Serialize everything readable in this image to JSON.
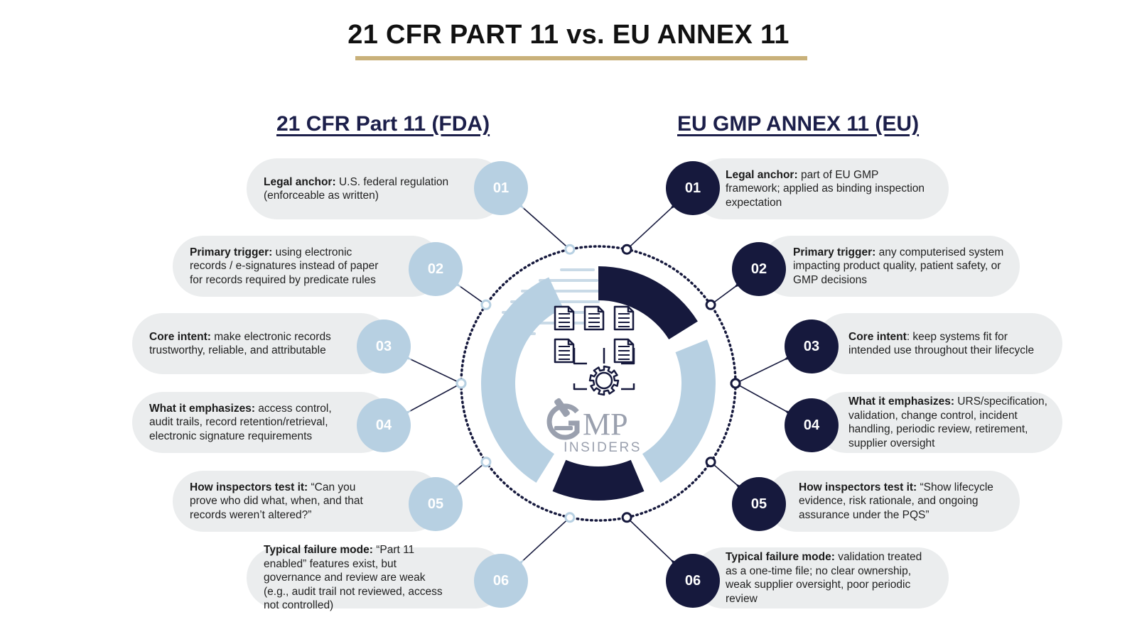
{
  "title": "21 CFR PART 11 vs. EU ANNEX 11",
  "left_heading": "21 CFR Part 11 (FDA)",
  "right_heading": "EU GMP ANNEX 11 (EU)",
  "colors": {
    "gold": "#c9b17a",
    "navy": "#16193d",
    "light_blue": "#b7d0e2",
    "pill_gray": "#ebedee"
  },
  "center_logo": {
    "icon": "documents-gear-icon",
    "brand_mark": "microscope-icon",
    "brand_main": "MP",
    "brand_sub": "INSIDERS"
  },
  "left_items": [
    {
      "num": "01",
      "label": "Legal anchor:",
      "text": " U.S. federal regulation (enforceable as written)"
    },
    {
      "num": "02",
      "label": "Primary trigger:",
      "text": " using electronic records / e-signatures instead of paper for records required by predicate rules"
    },
    {
      "num": "03",
      "label": "Core intent:",
      "text": " make electronic records trustworthy, reliable, and attributable"
    },
    {
      "num": "04",
      "label": "What it emphasizes:",
      "text": " access control, audit trails, record retention/retrieval, electronic signature requirements"
    },
    {
      "num": "05",
      "label": "How inspectors test it:",
      "text": " “Can you prove who did what, when, and that records weren’t altered?”"
    },
    {
      "num": "06",
      "label": "Typical failure mode:",
      "text": " “Part 11 enabled” features exist, but governance and review are weak (e.g., audit trail not reviewed, access not controlled)"
    }
  ],
  "right_items": [
    {
      "num": "01",
      "label": "Legal anchor:",
      "text": " part of EU GMP framework; applied as binding inspection expectation"
    },
    {
      "num": "02",
      "label": "Primary trigger:",
      "text": " any computerised system impacting product quality, patient safety, or GMP decisions"
    },
    {
      "num": "03",
      "label": "Core intent",
      "text": ": keep systems fit for intended use throughout their lifecycle"
    },
    {
      "num": "04",
      "label": "What it emphasizes:",
      "text": " URS/specification, validation, change control, incident handling, periodic review, retirement, supplier oversight"
    },
    {
      "num": "05",
      "label": "How inspectors test it:",
      "text": " “Show lifecycle evidence, risk rationale, and ongoing assurance under the PQS”"
    },
    {
      "num": "06",
      "label": "Typical failure mode:",
      "text": " validation treated as a one-time file; no clear ownership, weak supplier oversight, poor periodic review"
    }
  ]
}
